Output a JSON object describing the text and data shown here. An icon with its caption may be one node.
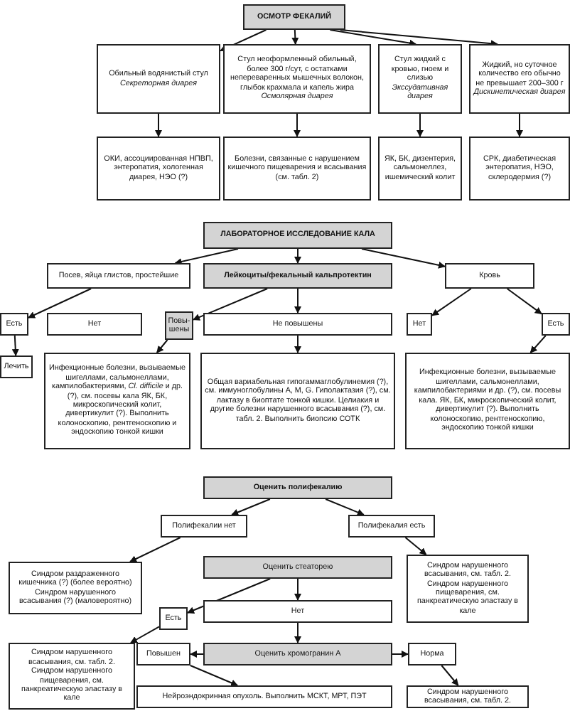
{
  "diagram": {
    "nodes": [
      {
        "text": [
          "ОСМОТР ФЕКАЛИЙ"
        ]
      },
      {
        "text": [
          "Обильный водянистый стул",
          "Секреторная диарея"
        ]
      },
      {
        "text": [
          "Стул неоформленный обильный, более 300 г/сут, с остатками непереваренных мышечных волокон, глыбок крахмала и капель жира",
          "Осмолярная диарея"
        ]
      },
      {
        "text": [
          "Стул жидкий с кровью, гноем и слизью",
          "Экссудативная диарея"
        ]
      },
      {
        "text": [
          "Жидкий, но суточное количество его обычно не превышает 200–300 г",
          "Дискинетическая диарея"
        ]
      },
      {
        "text": [
          "ОКИ, ассоциированная НПВП, энтеропатия, хологенная диарея, НЭО (?)"
        ]
      },
      {
        "text": [
          "Болезни, связанные с нарушением кишечного пищеварения и всасывания (см. табл. 2)"
        ]
      },
      {
        "text": [
          "ЯК, БК, дизентерия, сальмонеллез, ишемический колит"
        ]
      },
      {
        "text": [
          "СРК, диабетическая энтеропатия, НЭО, склеродермия (?)"
        ]
      },
      {
        "text": [
          "ЛАБОРАТОРНОЕ ИССЛЕДОВАНИЕ КАЛА"
        ]
      },
      {
        "text": [
          "Посев, яйца глистов, простейшие"
        ]
      },
      {
        "text": [
          "Лейкоциты/фекальный кальпротектин"
        ]
      },
      {
        "text": [
          "Есть"
        ]
      },
      {
        "text": [
          "Нет"
        ]
      },
      {
        "text": [
          "Повы-шены"
        ]
      },
      {
        "text": [
          "Не повышены"
        ]
      },
      {
        "text": [
          "Кровь"
        ]
      },
      {
        "text": [
          "Нет"
        ]
      },
      {
        "text": [
          "Есть"
        ]
      },
      {
        "text": [
          "Лечить"
        ]
      },
      {
        "text": [
          "Инфекционные болезни, вызываемые шигеллами, сальмонеллами, кампилобактериями, *Cl. difficile* и др. (?), см. посевы кала ЯК, БК, микроскопический колит, дивертикулит (?). Выполнить колоноскопию, рентгеноскопию и эндоскопию тонкой кишки"
        ]
      },
      {
        "text": [
          "Общая вариабельная гипогаммаглобулинемия (?), см. иммуноглобулины A, M, G. Гиполактазия (?), см. лактазу в биоптате тонкой кишки. Целиакия и другие болезни нарушенного всасывания (?), см. табл. 2. Выполнить биопсию СОТК"
        ]
      },
      {
        "text": [
          "Инфекционные болезни, вызываемые шигеллами, сальмонеллами, кампилобактериями и др. (?), см. посевы кала. ЯК, БК, микроскопический колит, дивертикулит (?). Выполнить колоноскопию, рентгеноскопию, эндоскопию тонкой кишки"
        ]
      },
      {
        "text": [
          "Оценить полифекалию"
        ]
      },
      {
        "text": [
          "Полифекалии нет"
        ]
      },
      {
        "text": [
          "Полифекалия есть"
        ]
      },
      {
        "text": [
          "Синдром раздраженного кишечника (?) (более вероятно) Синдром нарушенного всасывания (?) (маловероятно)"
        ]
      },
      {
        "text": [
          "Оценить стеаторею"
        ]
      },
      {
        "text": [
          "Синдром нарушенного всасывания, см. табл. 2. Синдром нарушенного пищеварения, см. панкреатическую эластазу в кале"
        ]
      },
      {
        "text": [
          "Есть"
        ]
      },
      {
        "text": [
          "Нет"
        ]
      },
      {
        "text": [
          "Синдром нарушенного всасывания, см. табл. 2. Синдром нарушенного пищеварения, см. панкреатическую эластазу в кале"
        ]
      },
      {
        "text": [
          "Повышен"
        ]
      },
      {
        "text": [
          "Оценить хромогранин А"
        ]
      },
      {
        "text": [
          "Норма"
        ]
      },
      {
        "text": [
          "Нейроэндокринная опухоль. Выполнить МСКТ, МРТ, ПЭТ"
        ]
      },
      {
        "text": [
          "Синдром нарушенного всасывания, см. табл. 2."
        ]
      }
    ],
    "edges": [
      {
        "from": 0,
        "to": 1,
        "arrow": "to"
      },
      {
        "from": 0,
        "to": 2,
        "arrow": "to"
      },
      {
        "from": 0,
        "to": 3,
        "arrow": "to"
      },
      {
        "from": 0,
        "to": 4,
        "arrow": "to"
      },
      {
        "from": 1,
        "to": 5,
        "arrow": "to"
      },
      {
        "from": 2,
        "to": 6,
        "arrow": "to"
      },
      {
        "from": 3,
        "to": 7,
        "arrow": "to"
      },
      {
        "from": 4,
        "to": 8,
        "arrow": "to"
      },
      {
        "from": 9,
        "to": 10,
        "arrow": "to"
      },
      {
        "from": 9,
        "to": 11,
        "arrow": "to"
      },
      {
        "from": 9,
        "to": 16,
        "arrow": "to"
      },
      {
        "from": 10,
        "to": 12,
        "arrow": "to"
      },
      {
        "from": 12,
        "to": 19,
        "arrow": "to"
      },
      {
        "from": 11,
        "to": 14,
        "arrow": "to"
      },
      {
        "from": 11,
        "to": 15,
        "arrow": "to"
      },
      {
        "from": 14,
        "to": 20,
        "arrow": "to"
      },
      {
        "from": 15,
        "to": 21,
        "arrow": "to"
      },
      {
        "from": 16,
        "to": 17,
        "arrow": "to"
      },
      {
        "from": 16,
        "to": 18,
        "arrow": "to"
      },
      {
        "from": 18,
        "to": 22,
        "arrow": "to"
      },
      {
        "from": 23,
        "to": 24,
        "arrow": "to"
      },
      {
        "from": 23,
        "to": 25,
        "arrow": "to"
      },
      {
        "from": 24,
        "to": 26,
        "arrow": "to"
      },
      {
        "from": 25,
        "to": 28,
        "arrow": "to"
      },
      {
        "from": 27,
        "to": 29,
        "arrow": "to"
      },
      {
        "from": 27,
        "to": 30,
        "arrow": "to"
      },
      {
        "from": 29,
        "to": 31,
        "arrow": "to"
      },
      {
        "from": 30,
        "to": 33,
        "arrow": "to"
      },
      {
        "from": 33,
        "to": 32,
        "arrow": "to"
      },
      {
        "from": 33,
        "to": 34,
        "arrow": "to"
      },
      {
        "from": 32,
        "to": 35,
        "arrow": "to"
      },
      {
        "from": 34,
        "to": 36,
        "arrow": "to"
      }
    ]
  }
}
